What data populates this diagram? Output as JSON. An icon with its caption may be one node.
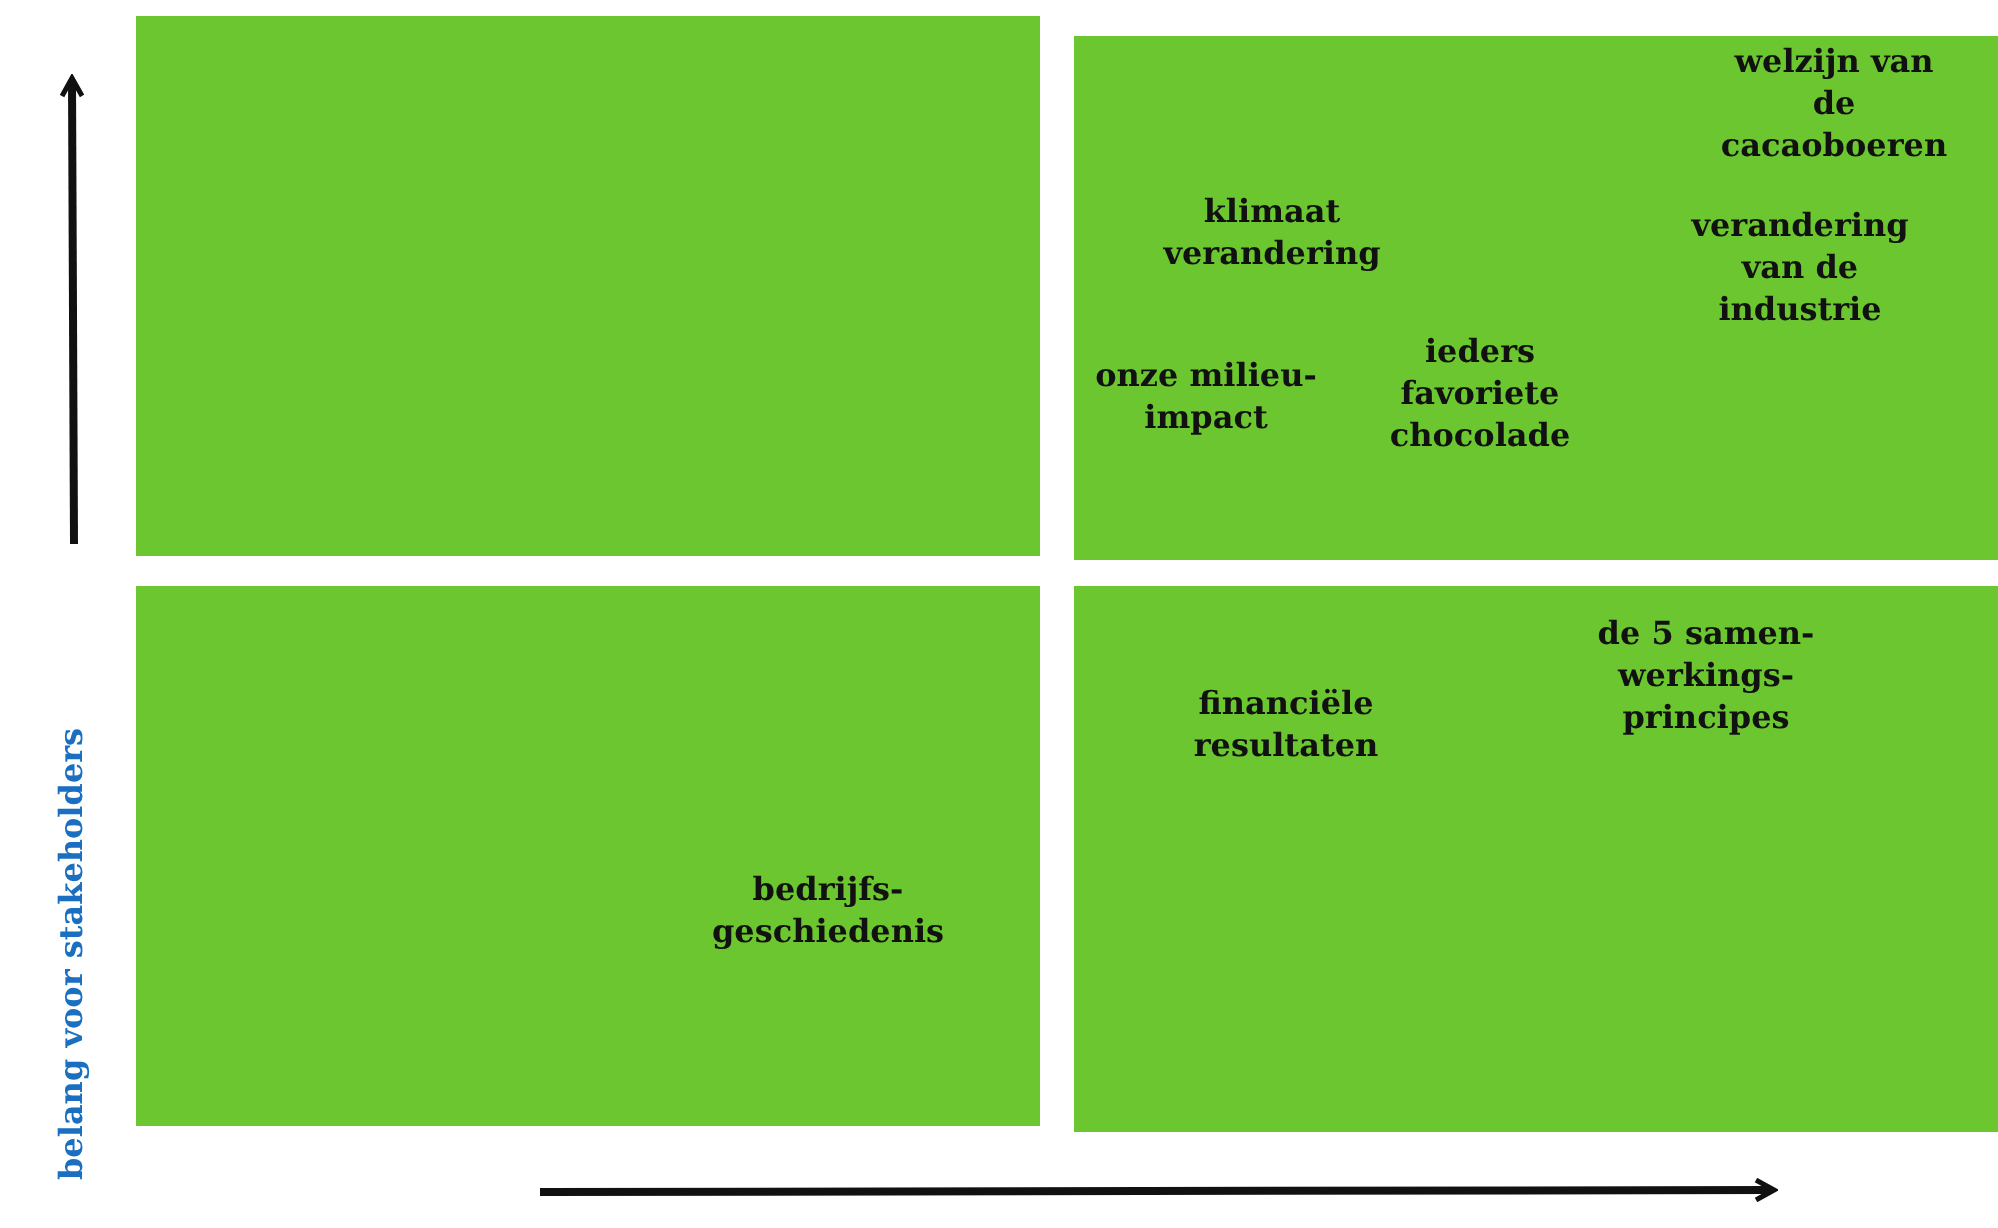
{
  "diagram": {
    "nodes": [
      {
        "text": [],
        "shape": "box"
      },
      {
        "text": [
          "klimaat verandering",
          "onze milieu- impact",
          "ieders favoriete chocolade",
          "welzijn van de cacaoboeren",
          "verandering van de industrie"
        ]
      },
      {
        "text": [
          "bedrijfs- geschiedenis"
        ]
      },
      {
        "text": [
          "financiële resultaten",
          "de 5 samen- werkings- principes"
        ]
      }
    ],
    "edges": [],
    "labels": [
      "belang voor stakeholders"
    ]
  }
}
